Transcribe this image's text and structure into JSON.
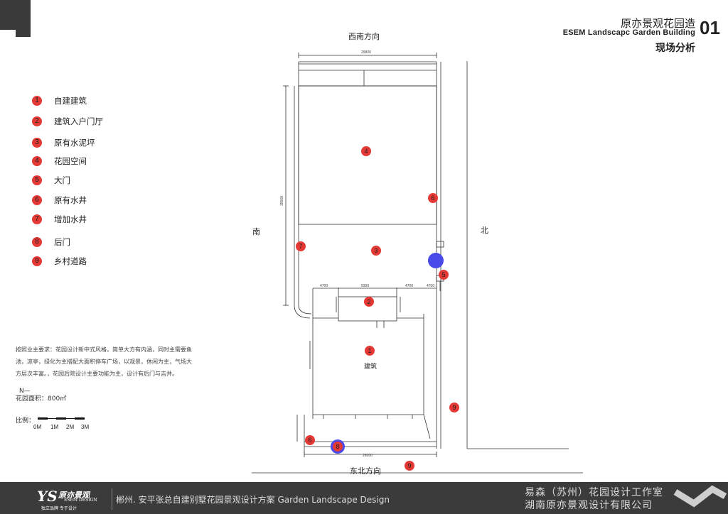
{
  "header": {
    "title_cn": "原亦景观花园造",
    "title_en": "ESEM Landscapc Garden Building",
    "page_number": "01",
    "section_title": "现场分析"
  },
  "legend": [
    {
      "num": "1",
      "label": "自建建筑"
    },
    {
      "num": "2",
      "label": "建筑入户门厅"
    },
    {
      "num": "3",
      "label": "原有水泥坪"
    },
    {
      "num": "4",
      "label": "花园空间"
    },
    {
      "num": "5",
      "label": "大门"
    },
    {
      "num": "6",
      "label": "原有水井"
    },
    {
      "num": "7",
      "label": "增加水井"
    },
    {
      "num": "8",
      "label": "后门"
    },
    {
      "num": "9",
      "label": "乡村道路"
    }
  ],
  "notes": {
    "requirements": "按照业主要求：花园设计新中式风格，简单大方有内涵，同时主需要鱼池，凉亭，绿化为主搭配大面积停车广场，以观景，休闲为主，气场大方层次丰富。，花园后院设计主要功能为主，设计有后门与吉井。",
    "area": "花园面积：800㎡",
    "north_symbol": "N"
  },
  "scale": {
    "label": "比例：",
    "ticks": [
      "0M",
      "1M",
      "2M",
      "3M"
    ]
  },
  "plan": {
    "label_top": "西南方向",
    "label_bottom": "东北方向",
    "label_left": "南",
    "label_right": "北",
    "building_label": "建筑",
    "dim_top": "29800",
    "dim_bottom": "26000",
    "dim_left": "35560",
    "dim_mid": "9300",
    "dim_small_left": "4700",
    "dim_small_right": "4700",
    "dim_tiny": "4700"
  },
  "footer": {
    "logo_ys": "YS",
    "logo_cn": "原亦景观",
    "logo_en": "ESEM DESIGN",
    "logo_tag": "独立品牌  专于设计",
    "project": "郴州. 安平张总自建别墅花园景观设计方案 Garden Landscape Design",
    "company_1": "易森（苏州）花园设计工作室",
    "company_2": "湖南原亦景观设计有限公司"
  },
  "colors": {
    "marker_red": "#e53935",
    "marker_blue": "#4a4ae8",
    "footer_bg": "#3b3b3b"
  }
}
